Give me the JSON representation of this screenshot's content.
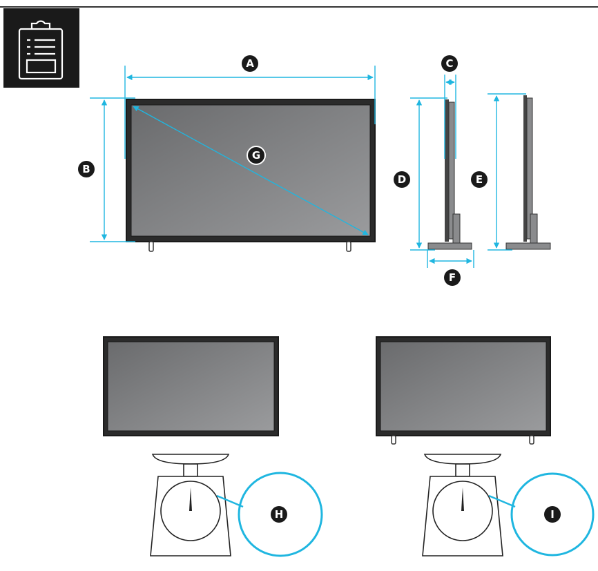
{
  "colors": {
    "accent": "#1fb6e0",
    "screen": "#7d7e80",
    "bezel": "#2b2b2b",
    "badge": "#1a1a1a"
  },
  "icons": {
    "header": "clipboard-checklist-icon",
    "scale": "weighing-scale-icon"
  },
  "labels": {
    "a": "A",
    "b": "B",
    "c": "C",
    "d": "D",
    "e": "E",
    "f": "F",
    "g": "G",
    "h": "H",
    "i": "I"
  }
}
